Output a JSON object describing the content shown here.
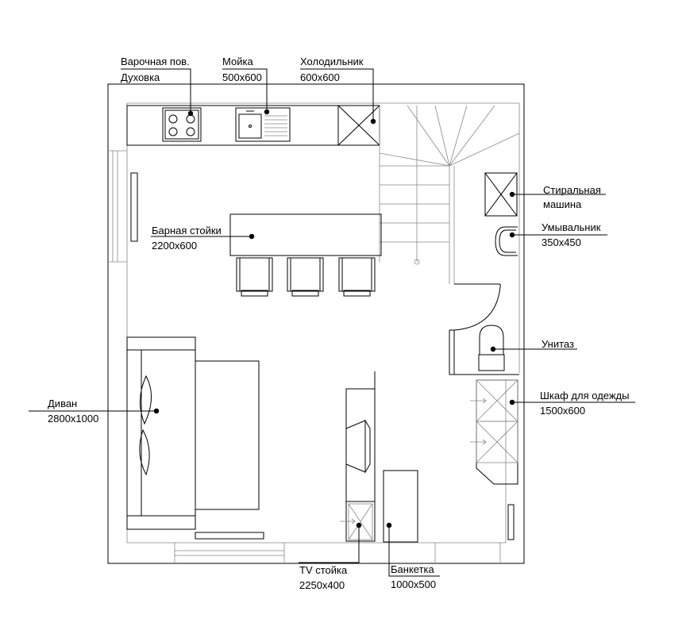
{
  "labels": {
    "cooktop_l1": "Варочная пов.",
    "cooktop_l2": "Духовка",
    "sink_l1": "Мойка",
    "sink_l2": "500x600",
    "fridge_l1": "Холодильник",
    "fridge_l2": "600x600",
    "washer_l1": "Стиральная",
    "washer_l2": "машина",
    "basin_l1": "Умывальник",
    "basin_l2": "350x450",
    "bar_l1": "Барная стойки",
    "bar_l2": "2200x600",
    "toilet_l1": "Унитаз",
    "wardrobe_l1": "Шкаф для одежды",
    "wardrobe_l2": "1500x600",
    "sofa_l1": "Диван",
    "sofa_l2": "2800x1000",
    "tv_l1": "TV стойка",
    "tv_l2": "2250x400",
    "bench_l1": "Банкетка",
    "bench_l2": "1000x500"
  }
}
